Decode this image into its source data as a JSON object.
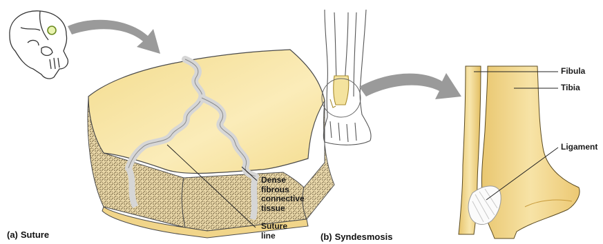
{
  "panel_a": {
    "letter": "(a)",
    "title": "Suture",
    "labels": {
      "dense_fibrous": "Dense\nfibrous\nconnective\ntissue",
      "suture_line": "Suture\nline"
    }
  },
  "panel_b": {
    "letter": "(b)",
    "title": "Syndesmosis",
    "labels": {
      "fibula": "Fibula",
      "tibia": "Tibia",
      "ligament": "Ligament"
    }
  },
  "colors": {
    "bone": "#f6e3a0",
    "bone_shade": "#e7c86c",
    "spongy": "#c9b58b",
    "fibrous": "#d9d9d9",
    "arrow": "#9a9a9a",
    "outline": "#3a3a3a"
  }
}
